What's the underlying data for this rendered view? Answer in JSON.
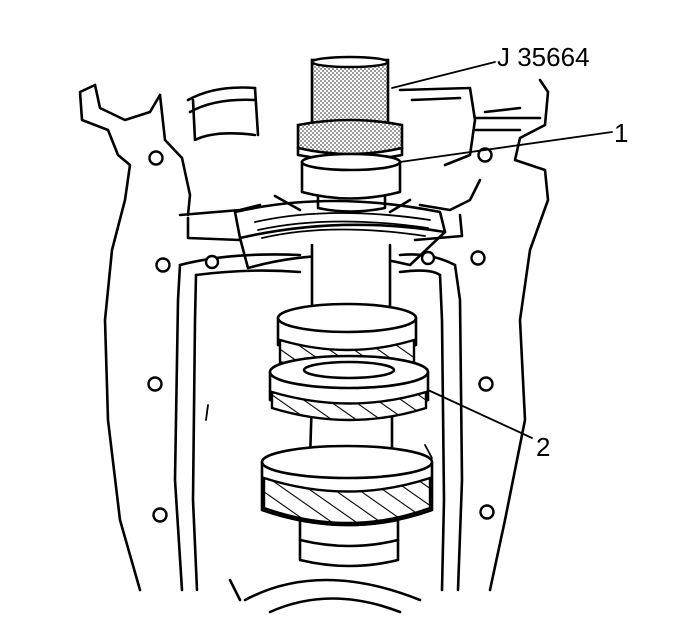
{
  "callouts": {
    "tool": "J 35664",
    "part_1": "1",
    "part_2": "2"
  },
  "colors": {
    "line": "#000000",
    "background": "#ffffff",
    "stipple": "#7a7a7a"
  }
}
